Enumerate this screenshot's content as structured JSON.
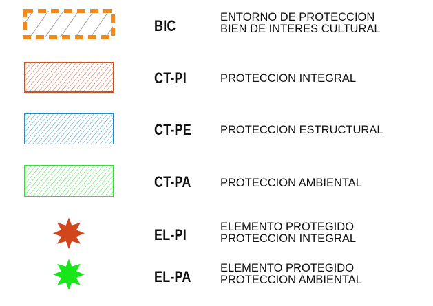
{
  "legend": {
    "items": [
      {
        "code": "BIC",
        "lines": [
          "ENTORNO DE PROTECCION",
          "BIEN DE INTERES CULTURAL"
        ],
        "symbol": "dashed-hatched-rectangle",
        "color": "#F08A1E",
        "hatch_color": "#888888"
      },
      {
        "code": "CT-PI",
        "lines": [
          "PROTECCION INTEGRAL"
        ],
        "symbol": "hatched-rectangle",
        "color": "#D2501E"
      },
      {
        "code": "CT-PE",
        "lines": [
          "PROTECCION ESTRUCTURAL"
        ],
        "symbol": "hatched-rectangle",
        "color": "#1E8CC8"
      },
      {
        "code": "CT-PA",
        "lines": [
          "PROTECCION AMBIENTAL"
        ],
        "symbol": "hatched-rectangle",
        "color": "#2EE02E"
      },
      {
        "code": "EL-PI",
        "lines": [
          "ELEMENTO PROTEGIDO",
          "PROTECCION INTEGRAL"
        ],
        "symbol": "star-icon",
        "color": "#D2461E"
      },
      {
        "code": "EL-PA",
        "lines": [
          "ELEMENTO PROTEGIDO",
          "PROTECCION AMBIENTAL"
        ],
        "symbol": "star-icon",
        "color": "#19E619"
      }
    ]
  }
}
